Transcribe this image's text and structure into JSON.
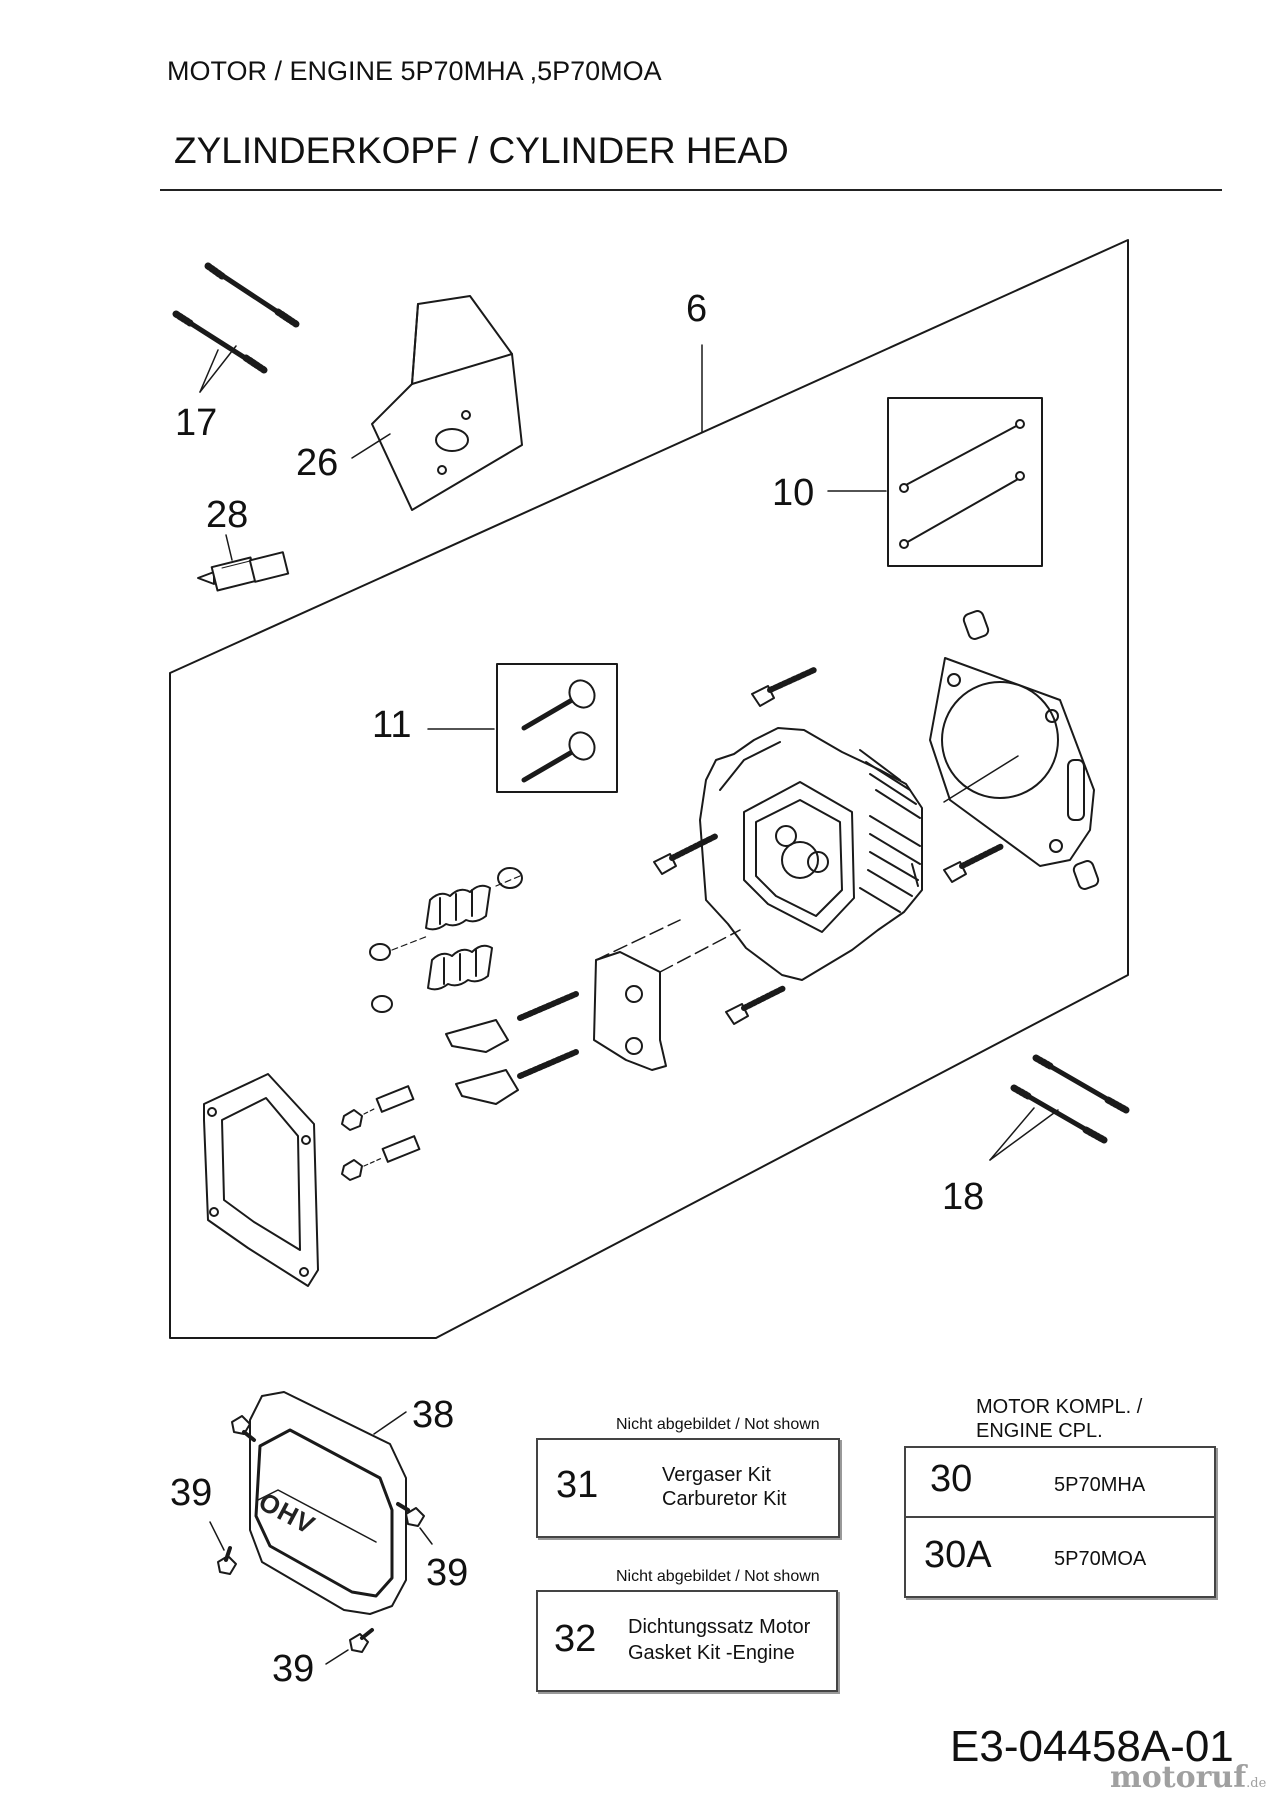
{
  "header": {
    "engine_line": "MOTOR / ENGINE  5P70MHA ,5P70MOA",
    "title": "ZYLINDERKOPF / CYLINDER HEAD"
  },
  "callouts": {
    "c6": "6",
    "c17": "17",
    "c26": "26",
    "c28": "28",
    "c10": "10",
    "c11": "11",
    "c18": "18",
    "c38": "38",
    "c39a": "39",
    "c39b": "39",
    "c39c": "39"
  },
  "valve_cover_text": "OHV",
  "not_shown": [
    {
      "note": "Nicht abgebildet / Not shown",
      "number": "31",
      "line1": "Vergaser Kit",
      "line2": "Carburetor Kit"
    },
    {
      "note": "Nicht abgebildet / Not shown",
      "number": "32",
      "line1": "Dichtungssatz Motor",
      "line2": "Gasket Kit -Engine"
    }
  ],
  "engine_complete": {
    "heading_line1": "MOTOR KOMPL. /",
    "heading_line2": "ENGINE CPL.",
    "rows": [
      {
        "number": "30",
        "model": "5P70MHA"
      },
      {
        "number": "30A",
        "model": "5P70MOA"
      }
    ]
  },
  "footer": {
    "drawing_number": "E3-04458A-01",
    "logo_text": "motoruf",
    "logo_suffix": ".de"
  }
}
